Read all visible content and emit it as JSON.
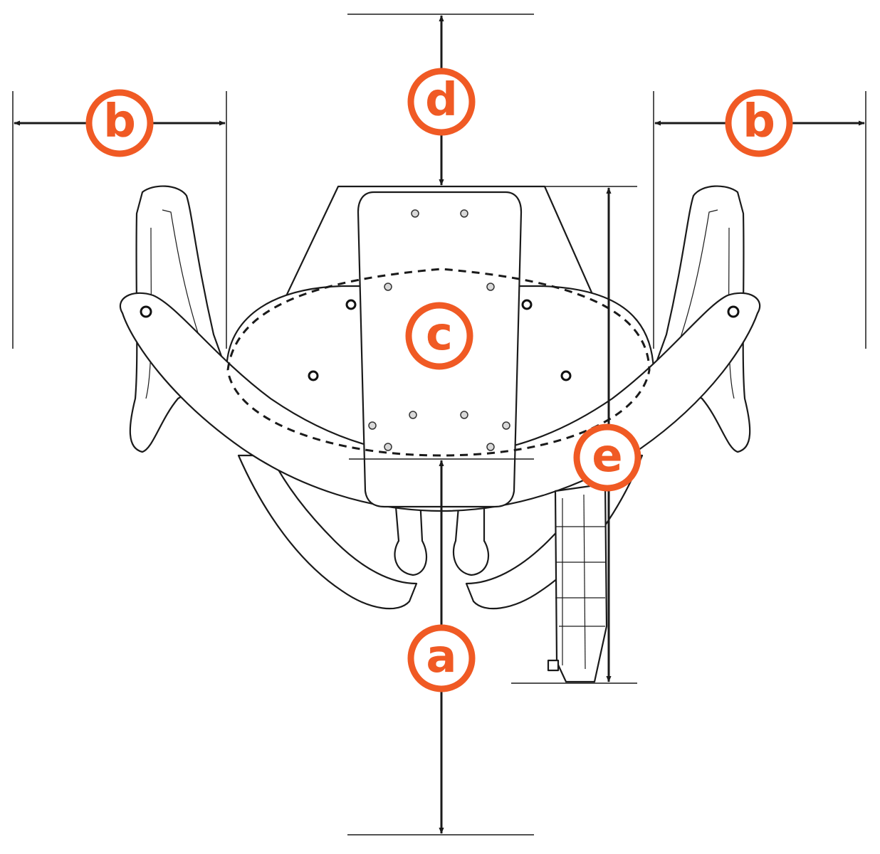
{
  "colors": {
    "accent": "#f05a24",
    "line": "#1a1a1a",
    "background": "#ffffff"
  },
  "labels": {
    "a": "a",
    "b_left": "b",
    "b_right": "b",
    "c": "c",
    "d": "d",
    "e": "e"
  }
}
